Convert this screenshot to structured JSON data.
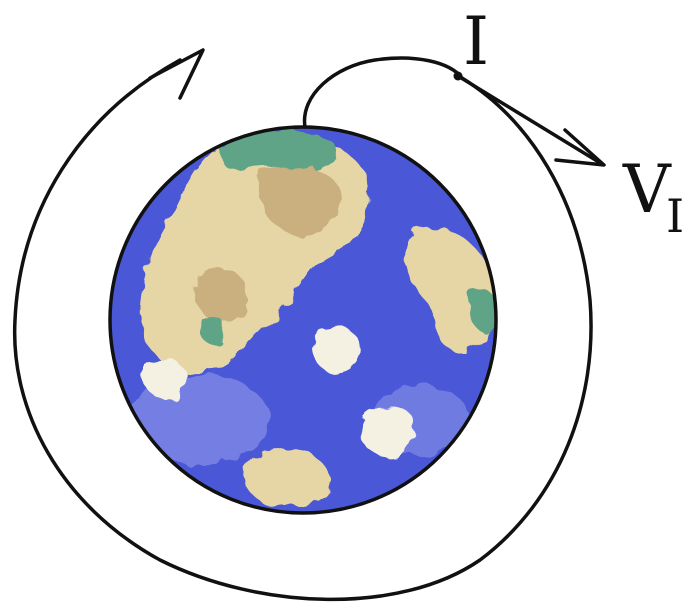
{
  "labels": {
    "point": "I",
    "velocity_main": "V",
    "velocity_sub": "I"
  },
  "colors": {
    "stroke": "#111111",
    "ocean": "#4a57d6",
    "ocean_light": "#7f8ae6",
    "land": "#e6d6a6",
    "land_dark": "#c9b07e",
    "land_white": "#f4f1e3",
    "green": "#5fa487"
  },
  "icons": {
    "arrowhead": "arrowhead-icon"
  }
}
